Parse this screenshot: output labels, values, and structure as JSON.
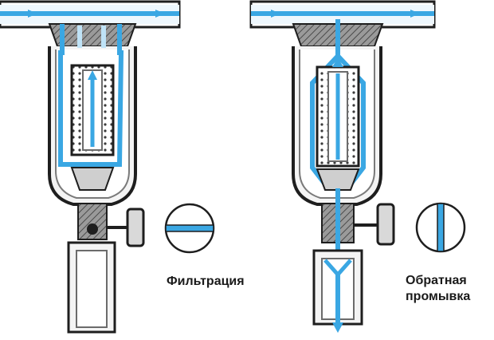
{
  "labels": {
    "filtration": "Фильтрация",
    "backwash_line1": "Обратная",
    "backwash_line2": "промывка"
  },
  "colors": {
    "water": "#3aa7e3",
    "water_light": "#bfe3f7",
    "housing": "#6b6b6b",
    "dark": "#1e1e1e",
    "background": "#ffffff"
  },
  "icons": {
    "valve_filtration": "horizontal-bar-valve-icon",
    "valve_backwash": "vertical-bar-valve-icon"
  }
}
